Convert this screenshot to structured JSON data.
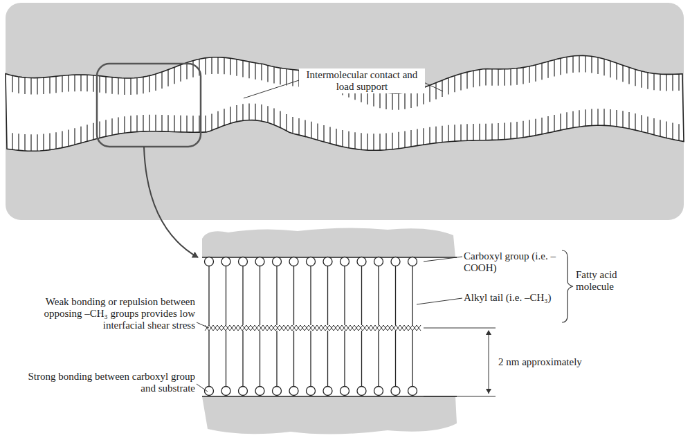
{
  "diagram": {
    "labels": [
      "Intermolecular contact and load support",
      "Carboxyl group (i.e. –COOH)",
      "Alkyl tail (i.e. –CH₃)",
      "Fatty acid molecule",
      "Weak bonding or repulsion between opposing –CH₃ groups provides low interfacial shear stress",
      "2 nm approximately",
      "Strong bonding between carboxyl group and substrate"
    ]
  }
}
